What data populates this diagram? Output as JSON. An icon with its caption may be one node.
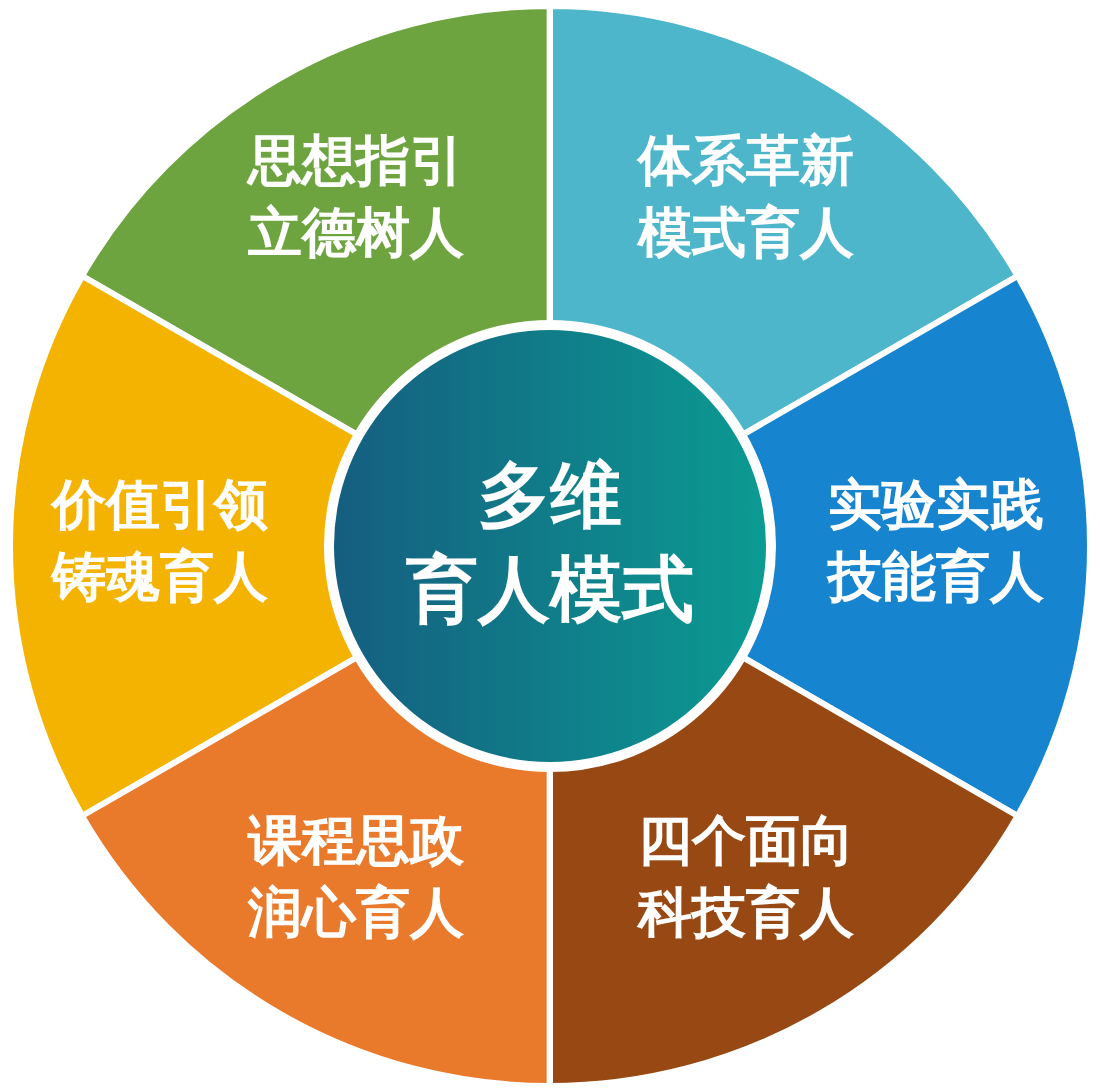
{
  "diagram": {
    "nodes": [
      {
        "text": [
          "多维育人模式"
        ]
      },
      {
        "text": [
          "思想指引立德树人"
        ]
      },
      {
        "text": [
          "体系革新模式育人"
        ]
      },
      {
        "text": [
          "价值引领铸魂育人"
        ]
      },
      {
        "text": [
          "实验实践技能育人"
        ]
      },
      {
        "text": [
          "课程思政润心育人"
        ]
      },
      {
        "text": [
          "四个面向科技育人"
        ]
      }
    ]
  }
}
